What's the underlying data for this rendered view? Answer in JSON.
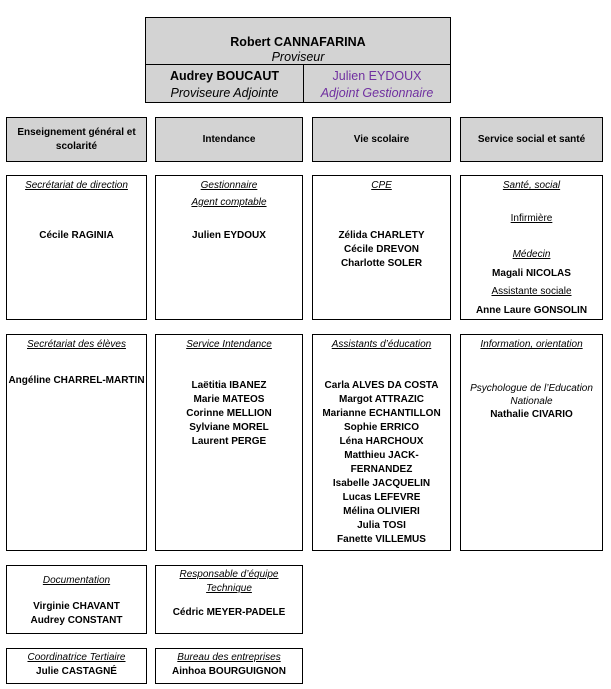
{
  "header": {
    "director": {
      "name": "Robert CANNAFARINA",
      "role": "Proviseur"
    },
    "deputy": {
      "name": "Audrey BOUCAUT",
      "role": "Proviseure Adjointe"
    },
    "manager": {
      "name": "Julien EYDOUX",
      "role": "Adjoint Gestionnaire"
    }
  },
  "columns": [
    "Enseignement général et scolarité",
    "Intendance",
    "Vie scolaire",
    "Service social et santé"
  ],
  "row1": {
    "secretariat_direction": {
      "title": "Secrétariat de direction",
      "people": [
        "Cécile RAGINIA"
      ]
    },
    "gestionnaire": {
      "title": "Gestionnaire",
      "subtitle": "Agent comptable",
      "people": [
        "Julien EYDOUX"
      ]
    },
    "cpe": {
      "title": "CPE",
      "people": [
        "Zélida CHARLETY",
        "Cécile DREVON",
        "Charlotte SOLER"
      ]
    },
    "sante": {
      "title": "Santé, social",
      "infirmiere": "Infirmière",
      "medecin": "Médecin",
      "medecin_person": "Magali NICOLAS",
      "assistante": "Assistante sociale",
      "assistante_person": "Anne Laure GONSOLIN"
    }
  },
  "row2": {
    "secretariat_eleves": {
      "title": "Secrétariat des élèves",
      "people": [
        "Angéline CHARREL-MARTIN"
      ]
    },
    "service_intendance": {
      "title": "Service Intendance",
      "people": [
        "Laëtitia IBANEZ",
        "Marie MATEOS",
        "Corinne MELLION",
        "Sylviane MOREL",
        "Laurent PERGE"
      ]
    },
    "assistants": {
      "title": "Assistants d’éducation",
      "people": [
        "Carla ALVES DA COSTA",
        "Margot ATTRAZIC",
        "Marianne ECHANTILLON",
        "Sophie ERRICO",
        "Léna HARCHOUX",
        "Matthieu JACK-",
        "FERNANDEZ",
        "Isabelle JACQUELIN",
        "Lucas LEFEVRE",
        "Mélina OLIVIERI",
        "Julia TOSI",
        "Fanette VILLEMUS"
      ]
    },
    "information": {
      "title": "Information, orientation",
      "note": [
        "Psychologue de l’Education",
        "Nationale"
      ],
      "person": "Nathalie CIVARIO"
    }
  },
  "row3": {
    "documentation": {
      "title": "Documentation",
      "people": [
        "Virginie CHAVANT",
        "Audrey CONSTANT"
      ]
    },
    "responsable": {
      "title": [
        "Responsable d’équipe",
        "Technique"
      ],
      "people": [
        "Cédric MEYER-PADELE"
      ]
    }
  },
  "row4": {
    "coordinatrice": {
      "title": "Coordinatrice Tertiaire",
      "people": [
        "Julie CASTAGNÉ"
      ]
    },
    "bureau": {
      "title": "Bureau des entreprises",
      "people": [
        "Ainhoa BOURGUIGNON"
      ]
    }
  }
}
